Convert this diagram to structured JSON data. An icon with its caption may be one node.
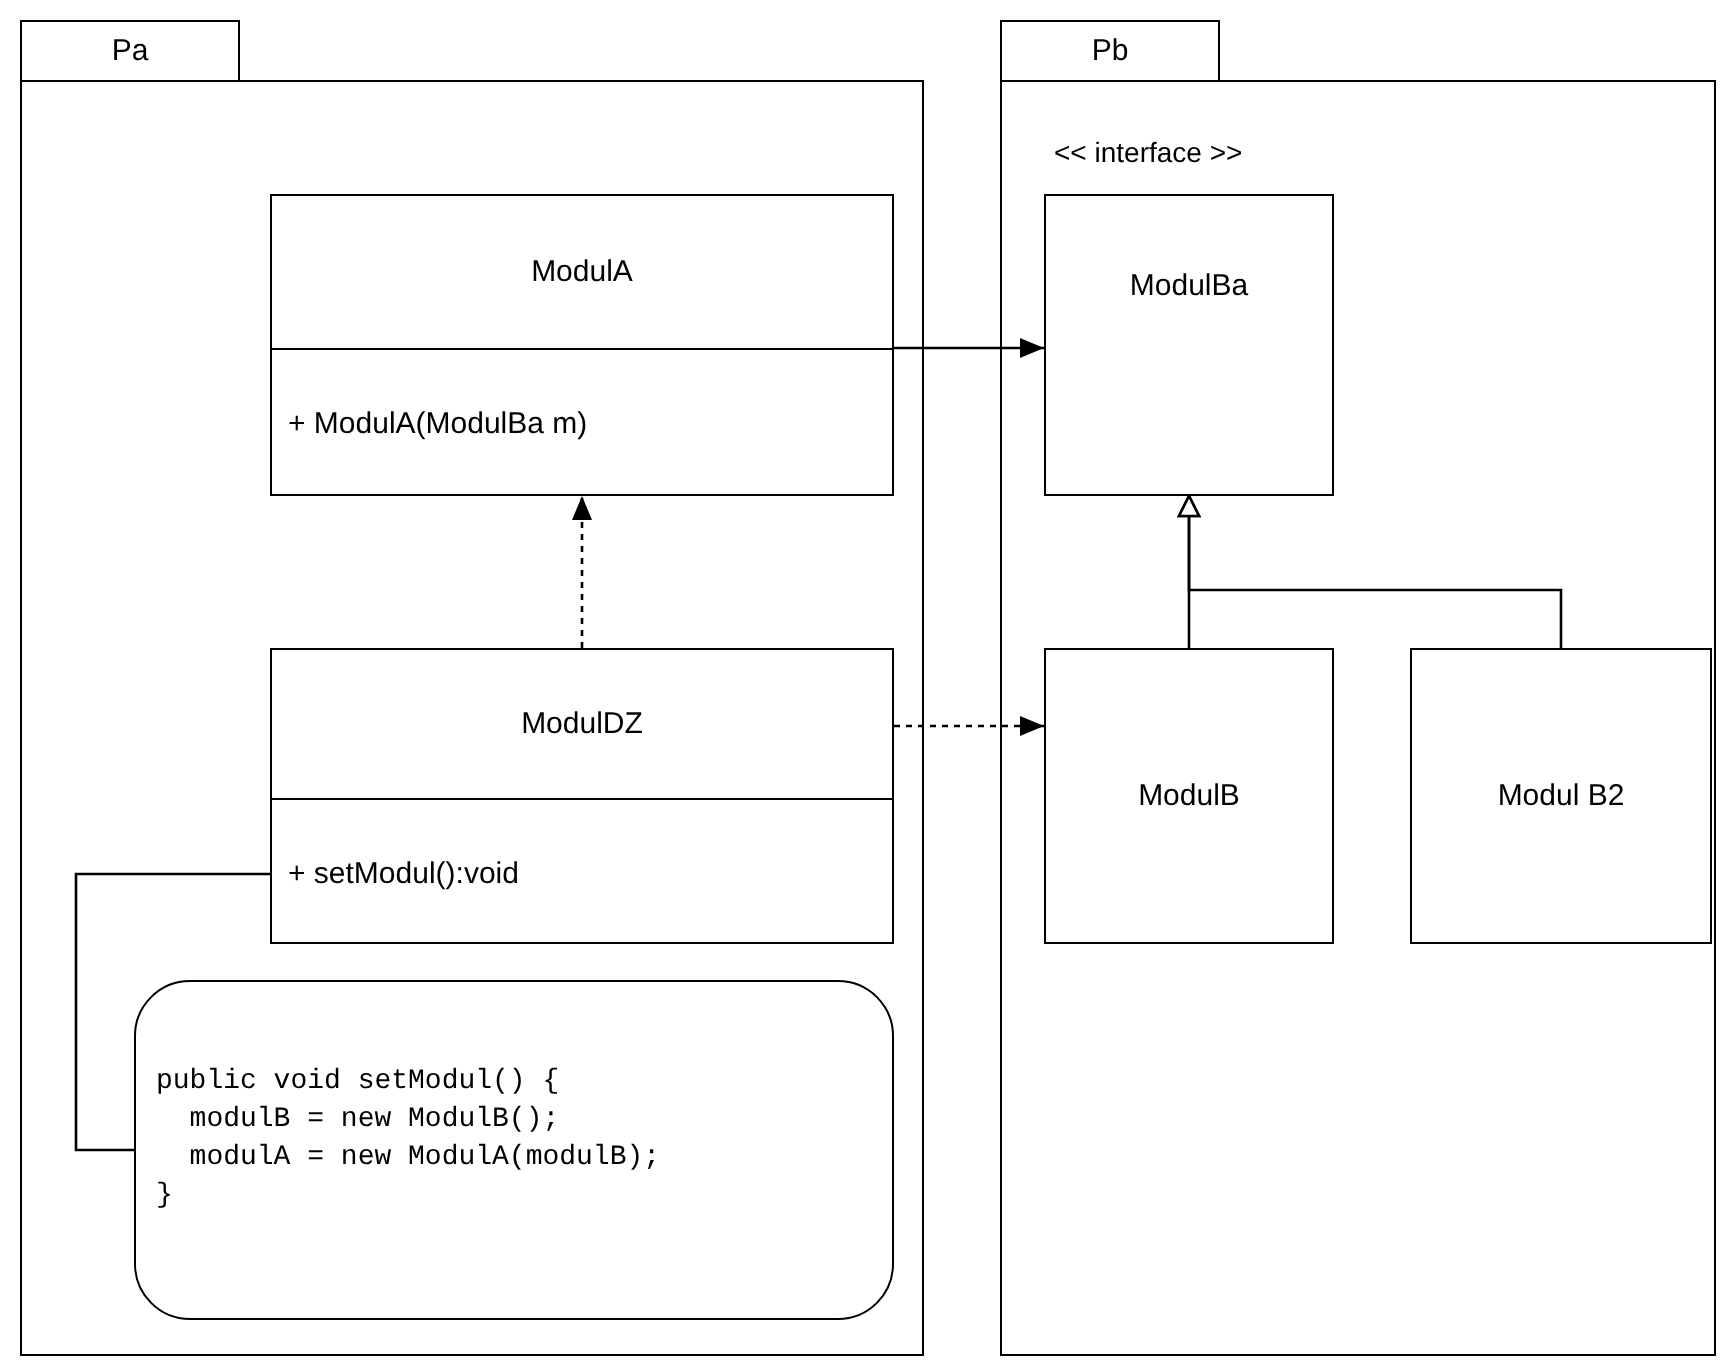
{
  "diagram": {
    "nodes": [
      {
        "text": [
          "Pa"
        ]
      },
      {
        "text": [
          "Pb"
        ]
      },
      {
        "text": [
          "ModulA",
          "+ ModulA(ModulBa m)"
        ],
        "in": 0
      },
      {
        "text": [
          "ModulDZ",
          "+ setModul():void"
        ],
        "in": 0
      },
      {
        "text": [
          "public void setModul() {",
          "  modulB = new ModulB();",
          "  modulA = new ModulA(modulB);",
          "}"
        ],
        "in": 0
      },
      {
        "text": [
          "<< interface >>",
          "ModulBa"
        ],
        "in": 1
      },
      {
        "text": [
          "ModulB"
        ],
        "in": 1
      },
      {
        "text": [
          "Modul B2"
        ],
        "in": 1
      }
    ],
    "edges": [
      {
        "from": 2,
        "to": 5,
        "arrow": "to"
      },
      {
        "from": 3,
        "to": 2,
        "arrow": "to",
        "style": "dashed"
      },
      {
        "from": 3,
        "to": 6,
        "arrow": "to",
        "style": "dashed"
      },
      {
        "from": 6,
        "to": 5,
        "arrow": "to"
      },
      {
        "from": 7,
        "to": 5,
        "arrow": "to"
      },
      {
        "from": 3,
        "to": 4,
        "arrow": "none"
      }
    ]
  }
}
